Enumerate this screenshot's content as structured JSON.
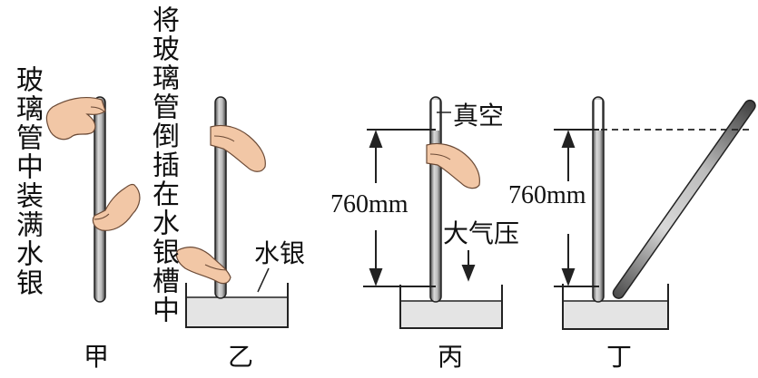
{
  "panels": [
    {
      "id": "jia",
      "caption": "甲",
      "side_text": "玻璃管中装满水银"
    },
    {
      "id": "yi",
      "caption": "乙",
      "side_text": "将玻璃管倒插在水银槽中",
      "label_mercury": "水银"
    },
    {
      "id": "bing",
      "caption": "丙",
      "label_vacuum": "真空",
      "label_height": "760mm",
      "label_pressure": "大气压"
    },
    {
      "id": "ding",
      "caption": "丁",
      "label_height": "760mm"
    }
  ],
  "colors": {
    "stroke": "#222222",
    "mercury_fill": "#e4e4e4",
    "hand": "#f2c7a6",
    "tube": "#8a8a8a"
  }
}
